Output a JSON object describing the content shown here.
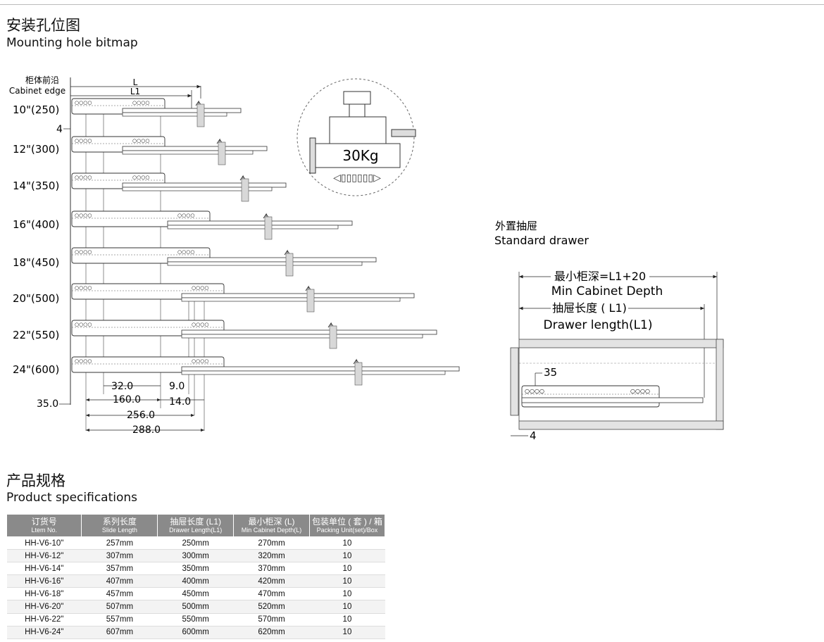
{
  "mounting": {
    "title_cn": "安装孔位图",
    "title_en": "Mounting hole bitmap",
    "edge_cn": "柜体前沿",
    "edge_en": "Cabinet edge",
    "L": "L",
    "L1": "L1",
    "offset_4": "4",
    "sizes": [
      "10\"(250)",
      "12\"(300)",
      "14\"(350)",
      "16\"(400)",
      "18\"(450)",
      "20\"(500)",
      "22\"(550)",
      "24\"(600)"
    ],
    "dims": {
      "d32": "32.0",
      "d9": "9.0",
      "d160": "160.0",
      "d14": "14.0",
      "d35": "35.0",
      "d256": "256.0",
      "d288": "288.0"
    }
  },
  "load": {
    "label": "30Kg"
  },
  "drawer": {
    "title_cn": "外置抽屉",
    "title_en": "Standard drawer",
    "min_depth_cn": "最小柜深=L1+20",
    "min_depth_en": "Min Cabinet Depth",
    "drawer_len_cn": "抽屉长度 ( L1)",
    "drawer_len_en": "Drawer length(L1)",
    "d35": "35",
    "d4": "4"
  },
  "specs": {
    "title_cn": "产品规格",
    "title_en": "Product specifications",
    "headers": [
      {
        "cn": "订货号",
        "en": "Ltem No."
      },
      {
        "cn": "系列长度",
        "en": "Slide Length"
      },
      {
        "cn": "抽屉长度 (L1)",
        "en": "Drawer Length(L1)"
      },
      {
        "cn": "最小柜深 (L)",
        "en": "Min Cabinet Depth(L)"
      },
      {
        "cn": "包装单位 ( 套 ) / 箱",
        "en": "Packing Unit(set)/Box"
      }
    ],
    "rows": [
      [
        "HH-V6-10\"",
        "257mm",
        "250mm",
        "270mm",
        "10"
      ],
      [
        "HH-V6-12\"",
        "307mm",
        "300mm",
        "320mm",
        "10"
      ],
      [
        "HH-V6-14\"",
        "357mm",
        "350mm",
        "370mm",
        "10"
      ],
      [
        "HH-V6-16\"",
        "407mm",
        "400mm",
        "420mm",
        "10"
      ],
      [
        "HH-V6-18\"",
        "457mm",
        "450mm",
        "470mm",
        "10"
      ],
      [
        "HH-V6-20\"",
        "507mm",
        "500mm",
        "520mm",
        "10"
      ],
      [
        "HH-V6-22\"",
        "557mm",
        "550mm",
        "570mm",
        "10"
      ],
      [
        "HH-V6-24\"",
        "607mm",
        "600mm",
        "620mm",
        "10"
      ]
    ]
  }
}
